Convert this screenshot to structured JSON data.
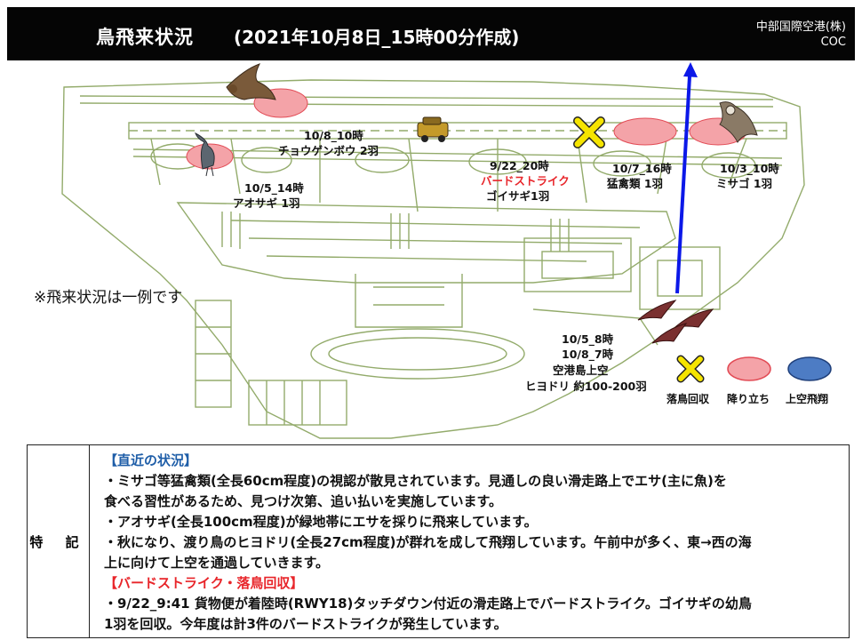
{
  "header": {
    "title": "鳥飛来状況",
    "date": "(2021年10月8日_15時00分作成)",
    "org_line1": "中部国際空港(株)",
    "org_line2": "COC"
  },
  "map": {
    "note": "※飛来状況は一例です",
    "labels": {
      "kestrel_time": "10/8_10時",
      "kestrel_desc": "チョウゲンボウ 2羽",
      "heron_time": "10/5_14時",
      "heron_desc": "アオサギ 1羽",
      "strike_time": "9/22_20時",
      "strike_title": "バードストライク",
      "strike_desc": "ゴイサギ1羽",
      "raptor_time": "10/7_16時",
      "raptor_desc": "猛禽類 1羽",
      "osprey_time": "10/3_10時",
      "osprey_desc": "ミサゴ 1羽",
      "flyover_time1": "10/5_8時",
      "flyover_time2": "10/8_7時",
      "flyover_place": "空港島上空",
      "flyover_desc": "ヒヨドリ 約100-200羽"
    },
    "legend": {
      "fallen": "落鳥回収",
      "landing": "降り立ち",
      "overhead": "上空飛翔"
    },
    "colors": {
      "map_line": "#93ab6b",
      "landing_fill": "#f4a3a8",
      "landing_stroke": "#e24b55",
      "overhead_fill": "#4d7cc4",
      "strike_marker": "#f5e400",
      "arrow": "#0b18e8",
      "accent_red": "#e8252a",
      "accent_blue": "#1f5ea8"
    }
  },
  "info": {
    "side_label": "特 記",
    "section1_head": "【直近の状況】",
    "line1": "・ミサゴ等猛禽類(全長60cm程度)の視認が散見されています。見通しの良い滑走路上でエサ(主に魚)を",
    "line2": "食べる習性があるため、見つけ次第、追い払いを実施しています。",
    "line3": "・アオサギ(全長100cm程度)が緑地帯にエサを採りに飛来しています。",
    "line4": "・秋になり、渡り鳥のヒヨドリ(全長27cm程度)が群れを成して飛翔しています。午前中が多く、東→西の海",
    "line5": "上に向けて上空を通過していきます。",
    "section2_head": "【バードストライク・落鳥回収】",
    "line6": "・9/22_9:41 貨物便が着陸時(RWY18)タッチダウン付近の滑走路上でバードストライク。ゴイサギの幼鳥",
    "line7": "1羽を回収。今年度は計3件のバードストライクが発生しています。"
  }
}
